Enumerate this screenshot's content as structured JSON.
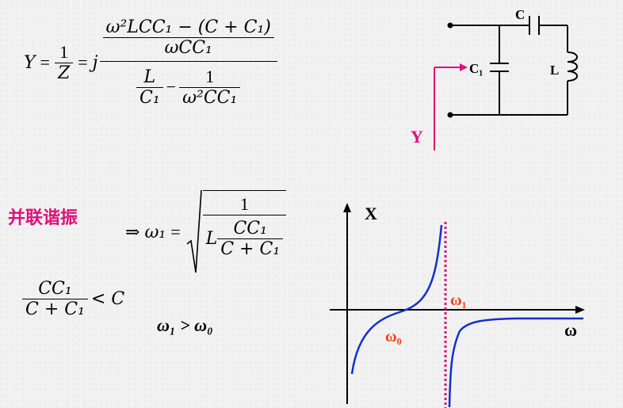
{
  "formula_y": {
    "lhs": "Y",
    "eq1": "=",
    "one": "1",
    "z": "Z",
    "eq2": "=",
    "j": "j",
    "top_num": "ω²LCC₁ − (C + C₁)",
    "top_den": "ωCC₁",
    "bot_a_num": "L",
    "bot_a_den": "C₁",
    "minus": "−",
    "bot_b_num": "1",
    "bot_b_den": "ω²CC₁"
  },
  "parallel_resonance": {
    "label": "并联谐振",
    "arrow": "⇒",
    "omega1": "ω₁",
    "eq": "=",
    "root_num": "1",
    "root_den_L": "L",
    "root_den_num": "CC₁",
    "root_den_den": "C + C₁"
  },
  "inequality": {
    "num": "CC₁",
    "den": "C + C₁",
    "rel": "< C",
    "compare": "ω₁ > ω₀"
  },
  "circuit": {
    "label_c": "C",
    "label_c1": "C₁",
    "label_l": "L",
    "label_y": "Y",
    "accent_color": "#e0107a"
  },
  "graph": {
    "y_label": "X",
    "x_label": "ω",
    "omega0": "ω₀",
    "omega1": "ω₁",
    "curve_color": "#1030d0",
    "marker_color": "#e0107a",
    "label_color": "#f04010"
  }
}
